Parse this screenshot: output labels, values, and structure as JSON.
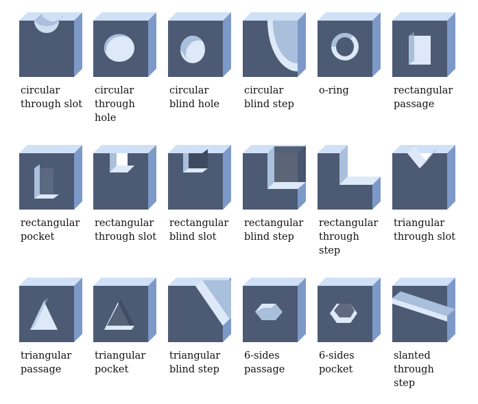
{
  "items": [
    {
      "id": "circular-through-slot",
      "lines": [
        "circular",
        "through slot"
      ]
    },
    {
      "id": "circular-through-hole",
      "lines": [
        "circular",
        "through",
        "hole"
      ]
    },
    {
      "id": "circular-blind-hole",
      "lines": [
        "circular",
        "blind hole"
      ]
    },
    {
      "id": "circular-blind-step",
      "lines": [
        "circular",
        "blind step"
      ]
    },
    {
      "id": "o-ring",
      "lines": [
        "o-ring"
      ]
    },
    {
      "id": "rectangular-passage",
      "lines": [
        "rectangular",
        "passage"
      ]
    },
    {
      "id": "rectangular-pocket",
      "lines": [
        "rectangular",
        "pocket"
      ]
    },
    {
      "id": "rectangular-through-slot",
      "lines": [
        "rectangular",
        "through slot"
      ]
    },
    {
      "id": "rectangular-blind-slot",
      "lines": [
        "rectangular",
        "blind slot"
      ]
    },
    {
      "id": "rectangular-blind-step",
      "lines": [
        "rectangular",
        "blind step"
      ]
    },
    {
      "id": "rectangular-through-step",
      "lines": [
        "rectangular",
        "through",
        "step"
      ]
    },
    {
      "id": "triangular-through-slot",
      "lines": [
        "triangular",
        "through slot"
      ]
    },
    {
      "id": "triangular-passage",
      "lines": [
        "triangular",
        "passage"
      ]
    },
    {
      "id": "triangular-pocket",
      "lines": [
        "triangular",
        "pocket"
      ]
    },
    {
      "id": "triangular-blind-step",
      "lines": [
        "triangular",
        "blind step"
      ]
    },
    {
      "id": "6-sides-passage",
      "lines": [
        "6-sides",
        "passage"
      ]
    },
    {
      "id": "6-sides-pocket",
      "lines": [
        "6-sides",
        "pocket"
      ]
    },
    {
      "id": "slanted-through-step",
      "lines": [
        "slanted",
        "through",
        "step"
      ]
    }
  ],
  "colors": {
    "front": "#4d5a73",
    "side": "#7d99c8",
    "top": "#cfe0f7",
    "feature_light": "#dde9f8",
    "feature_mid": "#a9bfdc",
    "feature_dark": "#3e4a60"
  }
}
